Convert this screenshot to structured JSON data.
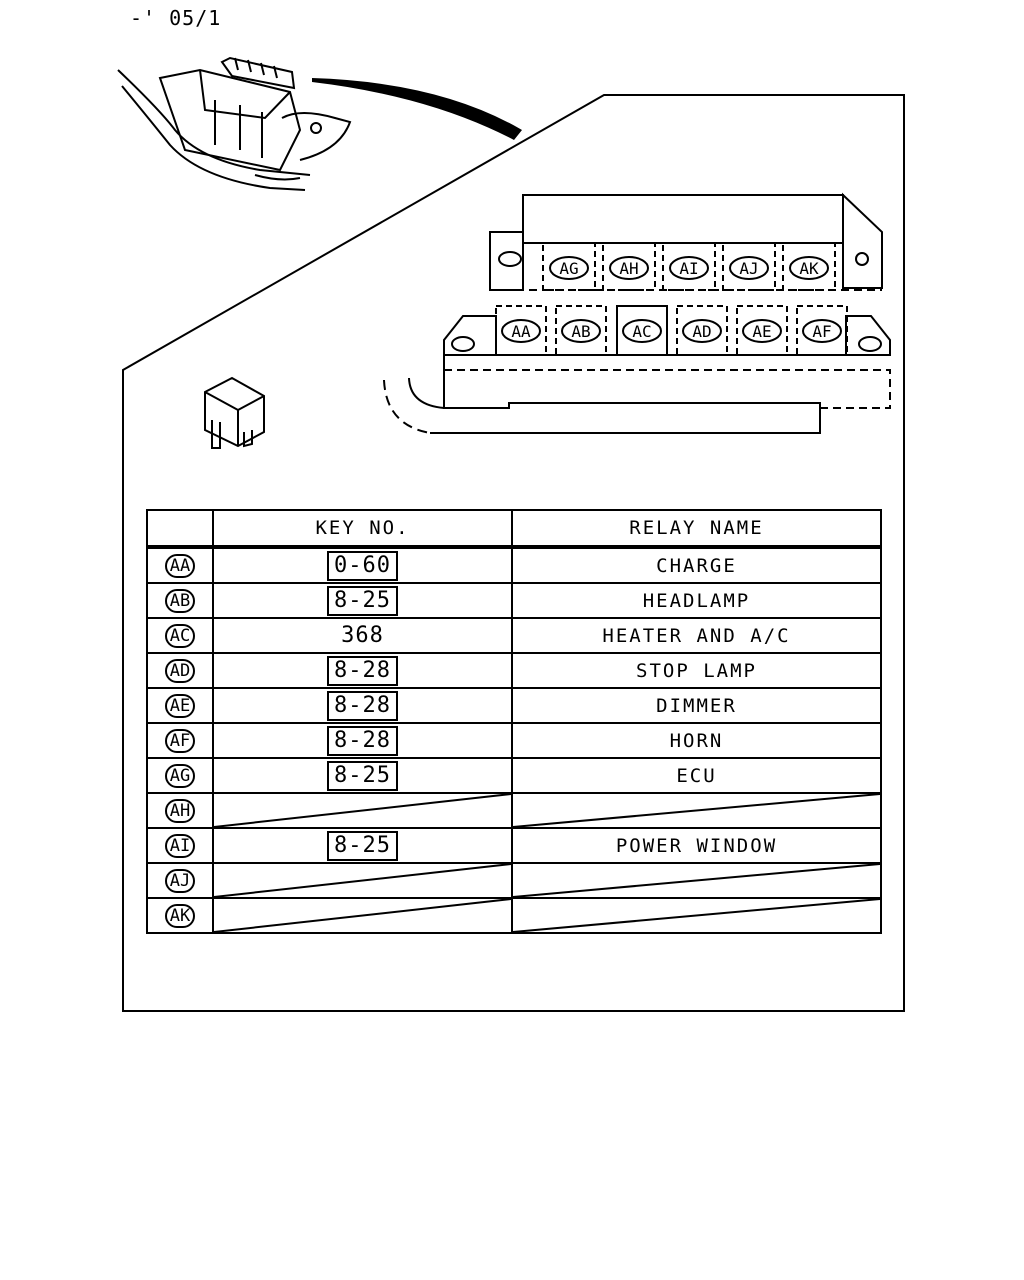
{
  "page": {
    "number": "-' 05/1"
  },
  "diagram": {
    "upper_row": [
      "AG",
      "AH",
      "AI",
      "AJ",
      "AK"
    ],
    "lower_row": [
      "AA",
      "AB",
      "AC",
      "AD",
      "AE",
      "AF"
    ]
  },
  "table": {
    "headers": {
      "id": "",
      "key": "KEY NO.",
      "name": "RELAY NAME"
    },
    "rows": [
      {
        "id": "AA",
        "key": "0-60",
        "boxed": true,
        "name": "CHARGE"
      },
      {
        "id": "AB",
        "key": "8-25",
        "boxed": true,
        "name": "HEADLAMP"
      },
      {
        "id": "AC",
        "key": "368",
        "boxed": false,
        "name": "HEATER AND A/C"
      },
      {
        "id": "AD",
        "key": "8-28",
        "boxed": true,
        "name": "STOP LAMP"
      },
      {
        "id": "AE",
        "key": "8-28",
        "boxed": true,
        "name": "DIMMER"
      },
      {
        "id": "AF",
        "key": "8-28",
        "boxed": true,
        "name": "HORN"
      },
      {
        "id": "AG",
        "key": "8-25",
        "boxed": true,
        "name": "ECU"
      },
      {
        "id": "AH",
        "key": "",
        "boxed": false,
        "name": "",
        "empty": true
      },
      {
        "id": "AI",
        "key": "8-25",
        "boxed": true,
        "name": "POWER WINDOW"
      },
      {
        "id": "AJ",
        "key": "",
        "boxed": false,
        "name": "",
        "empty": true
      },
      {
        "id": "AK",
        "key": "",
        "boxed": false,
        "name": "",
        "empty": true
      }
    ]
  }
}
